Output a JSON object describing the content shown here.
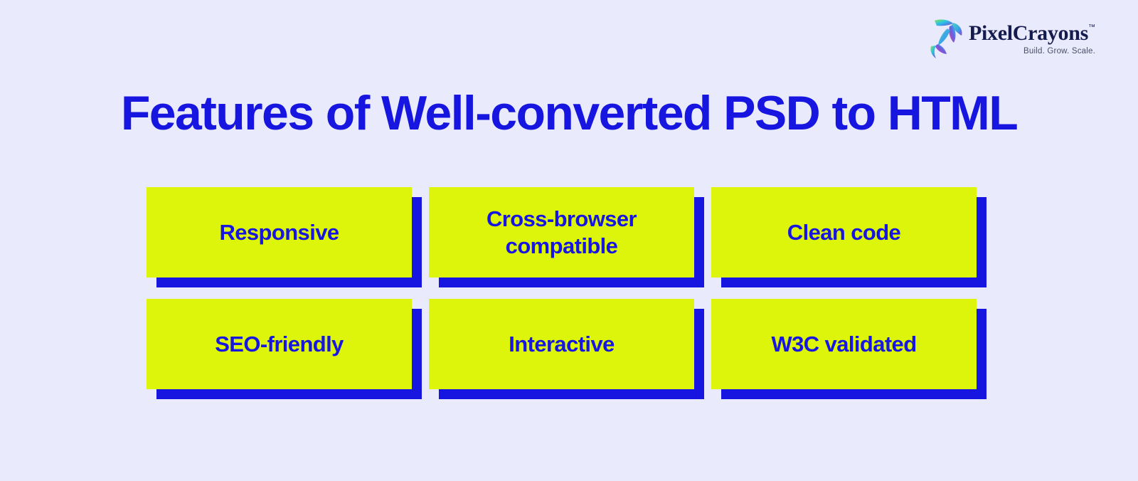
{
  "page": {
    "background_color": "#eaeafd",
    "accent_blue": "#1616e0",
    "card_color": "#ddf50a"
  },
  "logo": {
    "icon": "hummingbird-icon",
    "name": "PixelCrayons",
    "trademark": "™",
    "tagline": "Build. Grow. Scale."
  },
  "heading": {
    "title": "Features of Well-converted PSD to HTML"
  },
  "features": [
    {
      "label": "Responsive"
    },
    {
      "label": "Cross-browser\ncompatible"
    },
    {
      "label": "Clean code"
    },
    {
      "label": "SEO-friendly"
    },
    {
      "label": "Interactive"
    },
    {
      "label": "W3C validated"
    }
  ]
}
